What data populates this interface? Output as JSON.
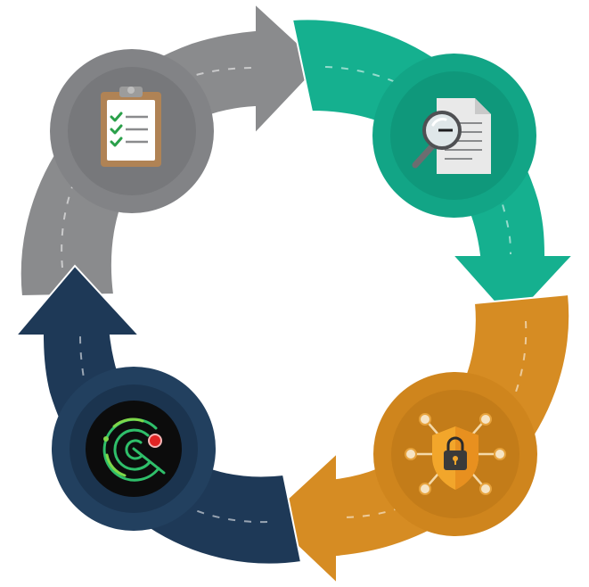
{
  "cycle": {
    "stages": [
      {
        "key": "plan",
        "icon": "clipboard-checklist-icon",
        "color": "#8a8b8d",
        "disc": "#7f8082",
        "disc_inner": "#76777a"
      },
      {
        "key": "review",
        "icon": "document-magnifier-icon",
        "color": "#15b08f",
        "disc": "#11a283",
        "disc_inner": "#0e9678"
      },
      {
        "key": "secure",
        "icon": "shield-lock-network-icon",
        "color": "#d68c23",
        "disc": "#cc821c",
        "disc_inner": "#c27a18"
      },
      {
        "key": "monitor",
        "icon": "radar-scan-icon",
        "color": "#1e3957",
        "disc": "#22405f",
        "disc_inner": "#1b344f"
      }
    ]
  }
}
